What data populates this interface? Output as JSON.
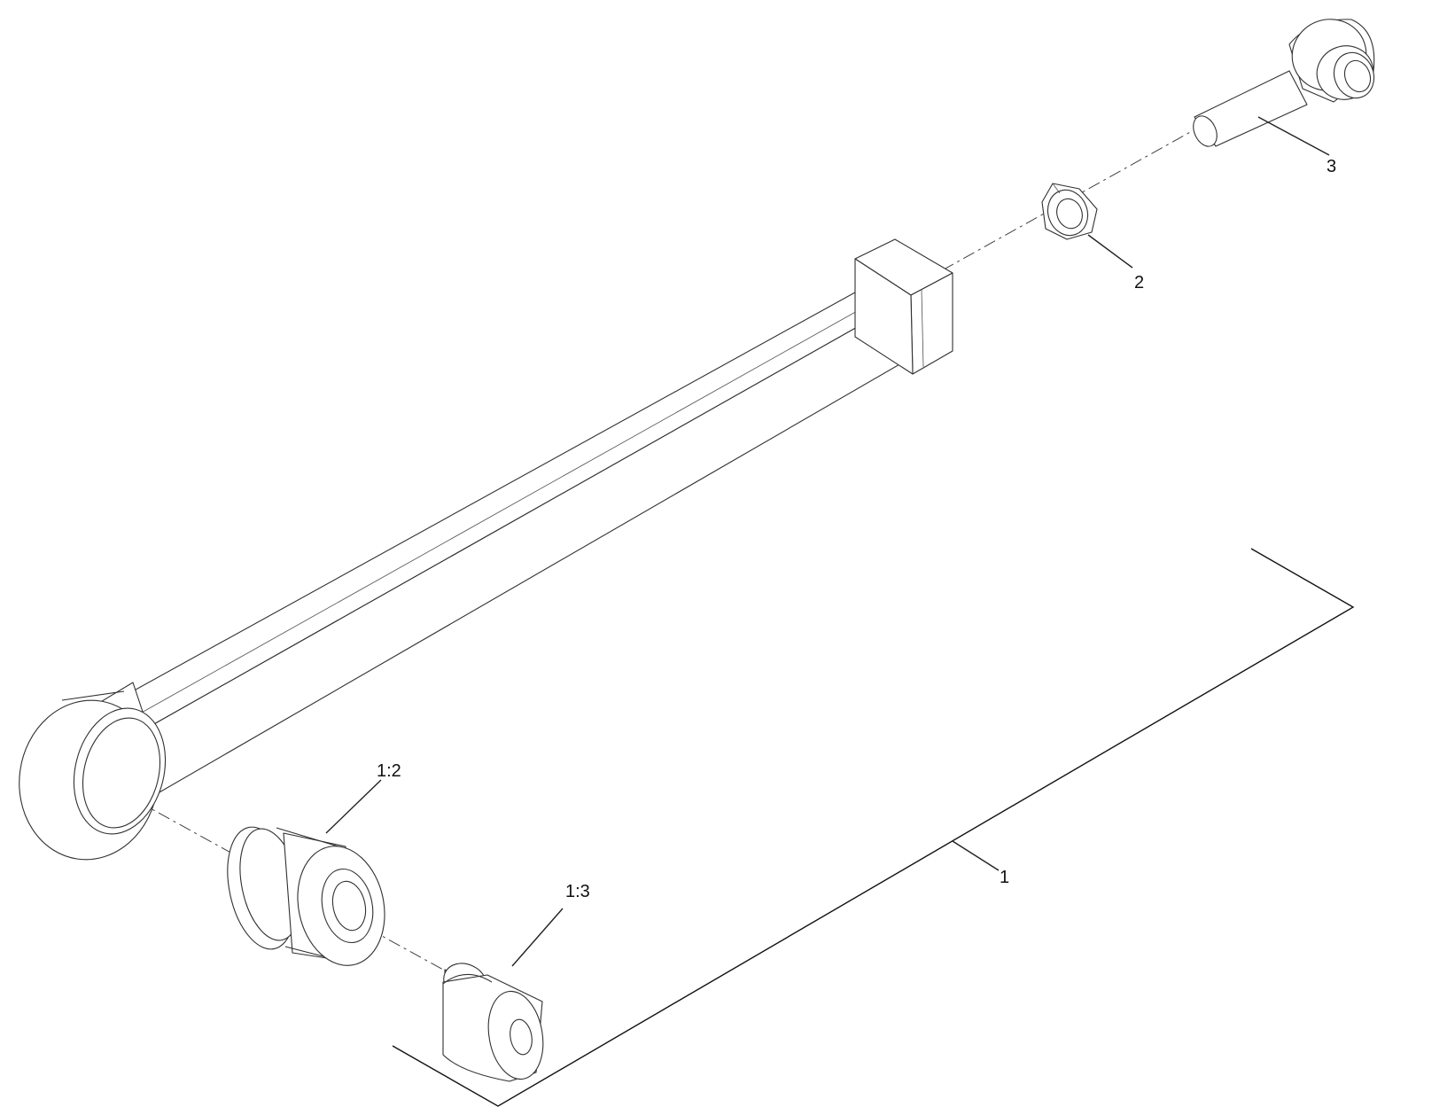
{
  "callouts": {
    "item_1": "1",
    "item_1_2": "1:2",
    "item_1_3": "1:3",
    "item_2": "2",
    "item_3": "3"
  },
  "colors": {
    "line": "#303030",
    "background": "#ffffff"
  }
}
